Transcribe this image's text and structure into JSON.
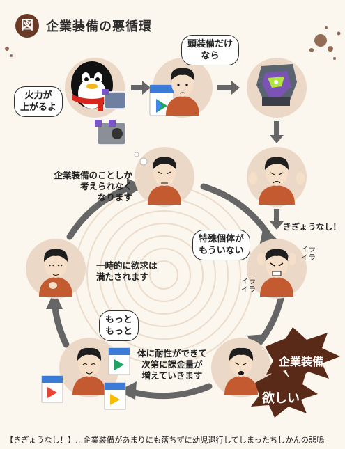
{
  "title_badge": "図",
  "title": "企業装備の悪循環",
  "labels": {
    "firepower": "火力が\n上がるよ",
    "head_only": "頭装備だけ\nなら",
    "only_think": "企業装備のことしか\n考えられなく\nなります",
    "kigyounashi": "きぎょうなし！",
    "tokushu": "特殊個体が\nもういない",
    "irairi_1": "イラ\nイラ",
    "irairi_2": "イラ\nイラ",
    "temporarily": "一時的に欲求は\n満たされます",
    "motto": "もっと\nもっと",
    "tolerance": "体に耐性ができて\n次第に課金量が\n増えていきます",
    "burst_1": "企業装備",
    "burst_2": "欲しい"
  },
  "caption": "【きぎょうなし！】…企業装備があまりにも落ちずに幼児退行してしまったちしかんの悲鳴",
  "colors": {
    "background": "#fbf6ee",
    "circle_fill": "#ecd8c6",
    "arrow": "#666666",
    "shirt": "#c45a2f",
    "hair": "#1e1e1e",
    "burst": "#5a2a18",
    "badge": "#6b3a26"
  }
}
